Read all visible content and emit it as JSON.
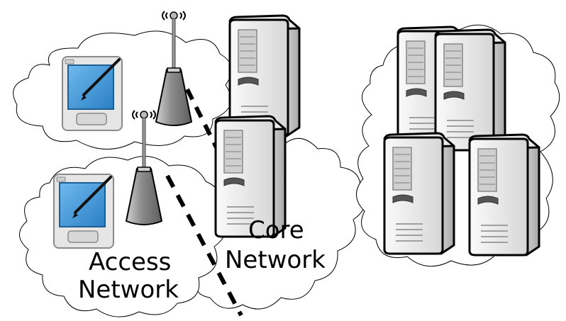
{
  "labels": {
    "access_line1": "Access",
    "access_line2": "Network",
    "core_line1": "Core",
    "core_line2": "Network"
  },
  "colors": {
    "pda_screen": "#3b9be0",
    "server_body": "#f2f2f2",
    "server_face": "#cfcfcf",
    "tower": "#8f8f8f",
    "cloud_stroke": "#000000"
  },
  "icons": [
    "cloud",
    "pda-device",
    "radio-tower",
    "server",
    "dashed-link"
  ]
}
